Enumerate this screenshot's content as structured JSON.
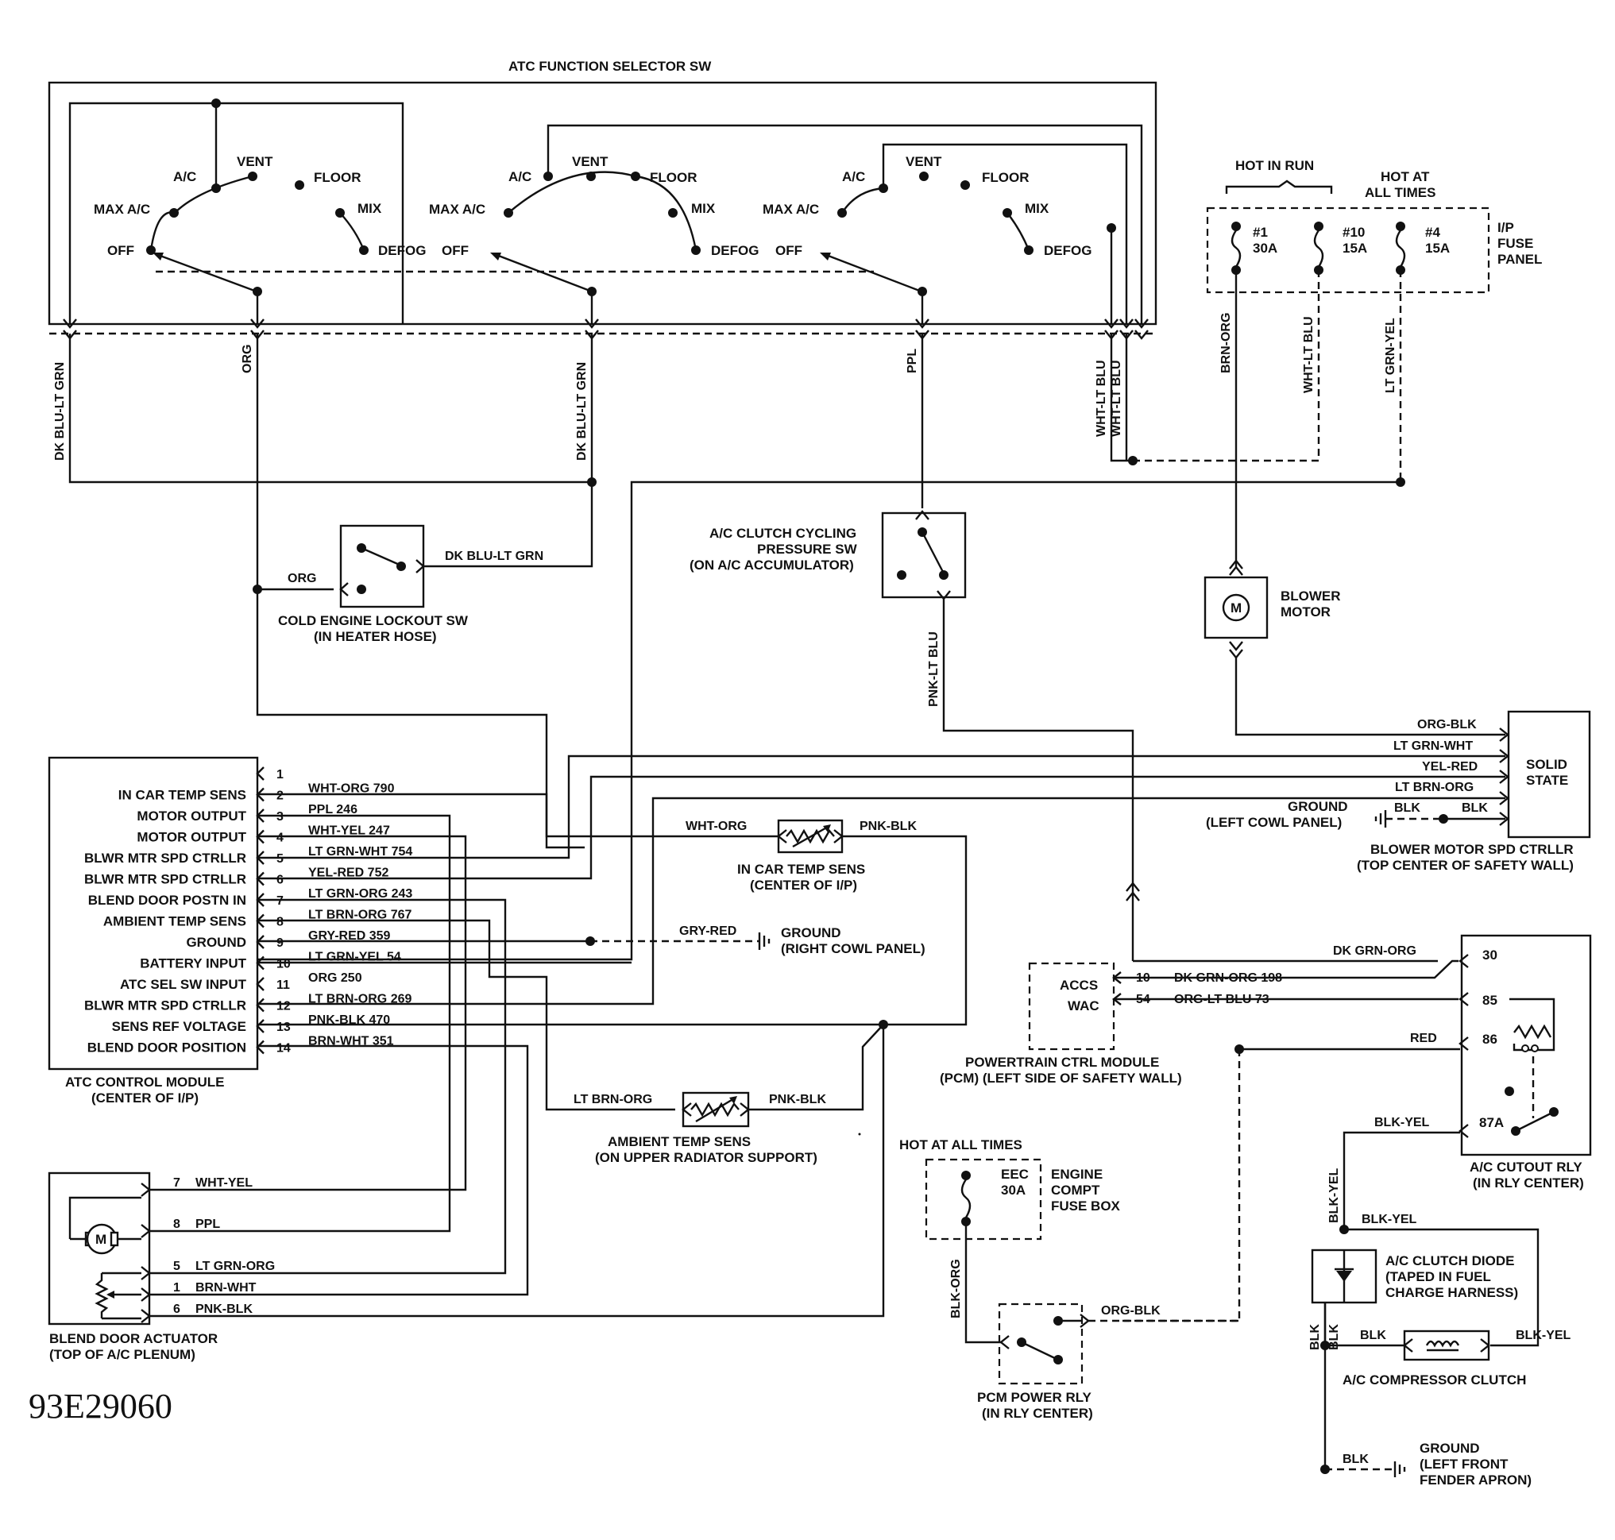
{
  "title": "ATC FUNCTION SELECTOR SW",
  "diagram_id": "93E29060",
  "selector_switch": {
    "positions": [
      "OFF",
      "MAX A/C",
      "A/C",
      "VENT",
      "FLOOR",
      "MIX",
      "DEFOG"
    ]
  },
  "fuse_panel": {
    "hot_in_run": "HOT IN RUN",
    "hot_at_all_times": [
      "HOT AT",
      "ALL TIMES"
    ],
    "label": [
      "I/P",
      "FUSE",
      "PANEL"
    ],
    "fuses": [
      {
        "num": "#1",
        "amp": "30A"
      },
      {
        "num": "#10",
        "amp": "15A"
      },
      {
        "num": "#4",
        "amp": "15A"
      }
    ]
  },
  "wire_colors": {
    "dk_blu_lt_grn": "DK BLU-LT GRN",
    "org": "ORG",
    "ppl": "PPL",
    "wht_lt_blu": "WHT-LT BLU",
    "brn_org": "BRN-ORG",
    "lt_grn_yel": "LT GRN-YEL",
    "pnk_lt_blu": "PNK-LT BLU",
    "org_blk": "ORG-BLK",
    "lt_grn_wht": "LT GRN-WHT",
    "yel_red": "YEL-RED",
    "lt_brn_org": "LT BRN-ORG",
    "blk": "BLK",
    "wht_org": "WHT-ORG",
    "pnk_blk": "PNK-BLK",
    "gry_red": "GRY-RED",
    "dk_grn_org": "DK GRN-ORG",
    "red": "RED",
    "blk_yel": "BLK-YEL",
    "blk_org": "BLK-ORG"
  },
  "components": {
    "cold_engine": [
      "COLD ENGINE LOCKOUT SW",
      "(IN HEATER HOSE)"
    ],
    "ac_cycling": [
      "A/C CLUTCH CYCLING",
      "PRESSURE SW",
      "(ON A/C ACCUMULATOR)"
    ],
    "blower_motor": [
      "BLOWER",
      "MOTOR"
    ],
    "motor_symbol": "M",
    "solid_state": [
      "SOLID",
      "STATE"
    ],
    "blower_ground": [
      "GROUND",
      "(LEFT COWL PANEL)"
    ],
    "blower_ctrl": [
      "BLOWER MOTOR SPD CTRLLR",
      "(TOP CENTER OF SAFETY WALL)"
    ],
    "in_car_sens": [
      "IN CAR TEMP SENS",
      "(CENTER OF I/P)"
    ],
    "right_ground": [
      "GROUND",
      "(RIGHT COWL PANEL)"
    ],
    "pcm": [
      "POWERTRAIN CTRL MODULE",
      "(PCM) (LEFT SIDE OF SAFETY WALL)"
    ],
    "pcm_pins": [
      {
        "pin": "10",
        "label": "ACCS"
      },
      {
        "pin": "54",
        "label": "WAC"
      }
    ],
    "pcm_wires": [
      "DK GRN-ORG 198",
      "ORG-LT BLU 73"
    ],
    "ambient_sens": [
      "AMBIENT TEMP SENS",
      "(ON UPPER RADIATOR SUPPORT)"
    ],
    "atc_module": [
      "ATC CONTROL MODULE",
      "(CENTER OF I/P)"
    ],
    "blend_door": [
      "BLEND DOOR ACTUATOR",
      "(TOP OF A/C PLENUM)"
    ],
    "eec_fuse": [
      "HOT AT ALL TIMES",
      "EEC",
      "30A"
    ],
    "engine_fuse_box": [
      "ENGINE",
      "COMPT",
      "FUSE BOX"
    ],
    "pcm_relay": [
      "PCM POWER RLY",
      "(IN RLY CENTER)"
    ],
    "ac_cutout": [
      "A/C CUTOUT RLY",
      "(IN RLY CENTER)"
    ],
    "cutout_pins": [
      "30",
      "85",
      "86",
      "87A"
    ],
    "clutch_diode": [
      "A/C CLUTCH DIODE",
      "(TAPED IN FUEL",
      "CHARGE HARNESS)"
    ],
    "compressor": "A/C COMPRESSOR CLUTCH",
    "front_ground": [
      "GROUND",
      "(LEFT FRONT",
      "FENDER APRON)"
    ]
  },
  "atc_module_pins": [
    {
      "pin": "1",
      "func": "",
      "wire": ""
    },
    {
      "pin": "2",
      "func": "IN CAR TEMP SENS",
      "wire": "WHT-ORG 790"
    },
    {
      "pin": "3",
      "func": "MOTOR OUTPUT",
      "wire": "PPL 246"
    },
    {
      "pin": "4",
      "func": "MOTOR OUTPUT",
      "wire": "WHT-YEL 247"
    },
    {
      "pin": "5",
      "func": "BLWR MTR SPD CTRLLR",
      "wire": "LT GRN-WHT 754"
    },
    {
      "pin": "6",
      "func": "BLWR MTR SPD CTRLLR",
      "wire": "YEL-RED 752"
    },
    {
      "pin": "7",
      "func": "BLEND DOOR POSTN IN",
      "wire": "LT GRN-ORG 243"
    },
    {
      "pin": "8",
      "func": "AMBIENT TEMP SENS",
      "wire": "LT BRN-ORG 767"
    },
    {
      "pin": "9",
      "func": "GROUND",
      "wire": "GRY-RED 359"
    },
    {
      "pin": "10",
      "func": "BATTERY INPUT",
      "wire": "LT GRN-YEL 54"
    },
    {
      "pin": "11",
      "func": "ATC SEL SW INPUT",
      "wire": "ORG 250"
    },
    {
      "pin": "12",
      "func": "BLWR MTR SPD CTRLLR",
      "wire": "LT BRN-ORG 269"
    },
    {
      "pin": "13",
      "func": "SENS REF VOLTAGE",
      "wire": "PNK-BLK 470"
    },
    {
      "pin": "14",
      "func": "BLEND DOOR POSITION",
      "wire": "BRN-WHT 351"
    }
  ],
  "blend_door_pins": [
    {
      "pin": "7",
      "wire": "WHT-YEL"
    },
    {
      "pin": "8",
      "wire": "PPL"
    },
    {
      "pin": "5",
      "wire": "LT GRN-ORG"
    },
    {
      "pin": "1",
      "wire": "BRN-WHT"
    },
    {
      "pin": "6",
      "wire": "PNK-BLK"
    }
  ]
}
